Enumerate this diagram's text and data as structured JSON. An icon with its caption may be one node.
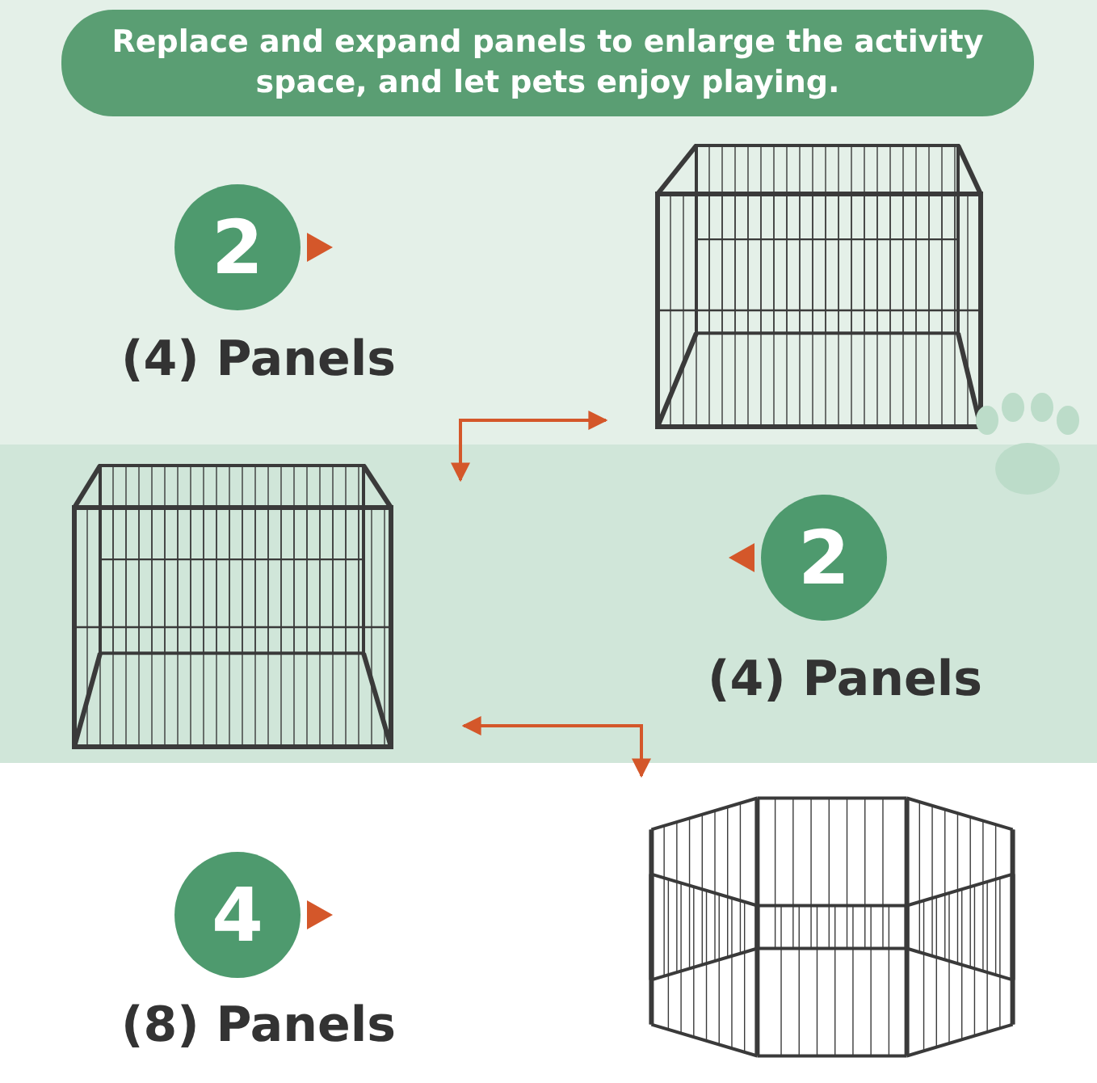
{
  "diagram": {
    "nodes": [
      {
        "text": [
          "Replace and expand panels to enlarge the activity space, and let pets enjoy playing."
        ]
      },
      {
        "text": [
          "2"
        ],
        "beside": [
          "(4) Panels"
        ]
      },
      {
        "text": [],
        "shape": "picture"
      },
      {
        "text": [],
        "shape": "picture"
      },
      {
        "text": [
          "2"
        ],
        "beside": [
          "(4) Panels"
        ]
      },
      {
        "text": [],
        "shape": "picture"
      },
      {
        "text": [
          "4"
        ],
        "beside": [
          "(8) Panels"
        ]
      }
    ],
    "edges": [
      {
        "from": 2,
        "to": 3,
        "arrow": "both"
      },
      {
        "from": 3,
        "to": 5,
        "arrow": "both"
      }
    ]
  }
}
